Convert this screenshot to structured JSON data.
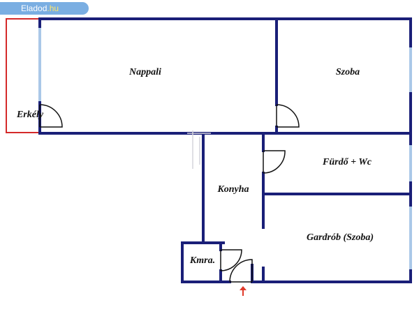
{
  "badge": {
    "name": "Eladod",
    "domain": ".hu"
  },
  "rooms": {
    "nappali": "Nappali",
    "szoba": "Szoba",
    "erkely": "Erkély",
    "furdo": "Fürdő + Wc",
    "konyha": "Konyha",
    "gardrob": "Gardrób (Szoba)",
    "kamra": "Kmra."
  },
  "colors": {
    "wall": "#1a1f78",
    "window": "#aac8e8",
    "balcony": "#d42a2a",
    "entrance_arrow": "#e03a2a",
    "badge": "#7aaee2"
  }
}
